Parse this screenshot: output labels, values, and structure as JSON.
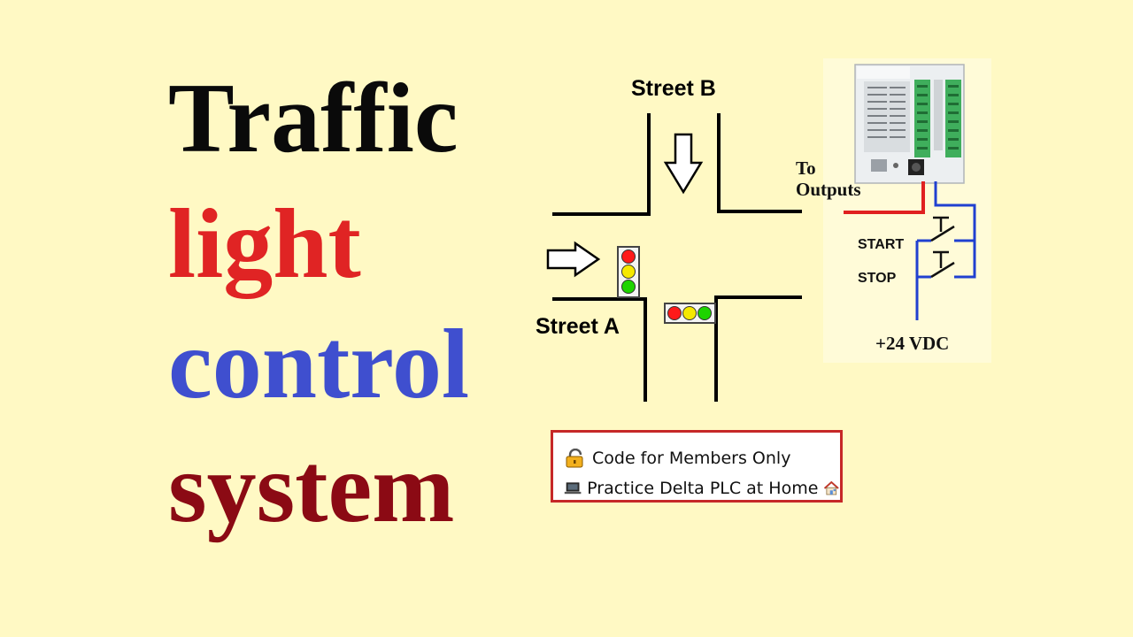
{
  "title": {
    "words": [
      "Traffic",
      "light",
      "control",
      "system"
    ],
    "colors": [
      "#0a0a0a",
      "#e02424",
      "#3f4fcf",
      "#8b0a14"
    ]
  },
  "diagram": {
    "street_b": "Street B",
    "street_a": "Street A",
    "to_outputs": [
      "To",
      "Outputs"
    ],
    "start": "START",
    "stop": "STOP",
    "supply": "+24 VDC",
    "light_colors": {
      "red": "#ff1a1a",
      "yellow": "#f5e800",
      "green": "#1ed400"
    },
    "wire_colors": {
      "output": "#e02020",
      "input": "#2040d0"
    },
    "plc_icon": "plc-controller-icon"
  },
  "info_box": {
    "rows": [
      {
        "icon": "lock-icon",
        "label": "Code for Members Only"
      },
      {
        "icon": "laptop-icon",
        "label": "Practice Delta PLC at Home",
        "trailing_icon": "house-icon"
      }
    ],
    "border_color": "#c62828"
  }
}
